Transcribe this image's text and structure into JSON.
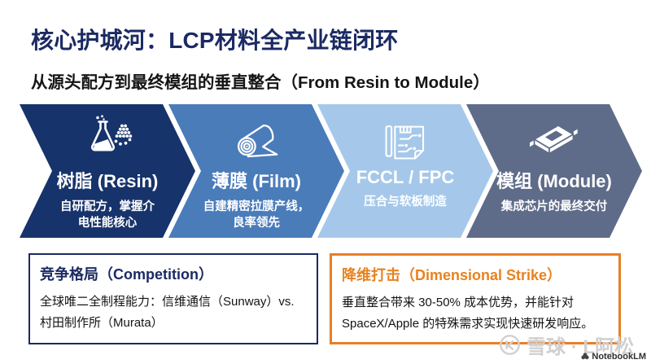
{
  "colors": {
    "navy": "#1b2a63",
    "orange": "#e87f26",
    "step1": "#17336b",
    "step2": "#4a7cba",
    "step3": "#a5c8ea",
    "step4": "#5e6c89"
  },
  "header": {
    "title": "核心护城河：LCP材料全产业链闭环",
    "subtitle": "从源头配方到最终模组的垂直整合（From Resin to Module）"
  },
  "steps": [
    {
      "label": "树脂 (Resin)",
      "desc": "自研配方，掌握介\n电性能核心",
      "icon": "flask-icon"
    },
    {
      "label": "薄膜 (Film)",
      "desc": "自建精密拉膜产线，\n良率领先",
      "icon": "film-roll-icon"
    },
    {
      "label": "FCCL / FPC",
      "desc": "压合与软板制造",
      "icon": "flex-circuit-icon"
    },
    {
      "label": "模组 (Module)",
      "desc": "集成芯片的最终交付",
      "icon": "chip-module-icon"
    }
  ],
  "competition_box": {
    "title": "竞争格局（Competition）",
    "body": "全球唯二全制程能力：信维通信（Sunway）vs.\n村田制作所（Murata）"
  },
  "strike_box": {
    "title": "降维打击（Dimensional Strike）",
    "body": "垂直整合带来 30-50% 成本优势，并能针对\nSpaceX/Apple 的特殊需求实现快速研发响应。"
  },
  "watermark": {
    "brand": "雪球 · L阿松",
    "tool": "NotebookLM"
  }
}
